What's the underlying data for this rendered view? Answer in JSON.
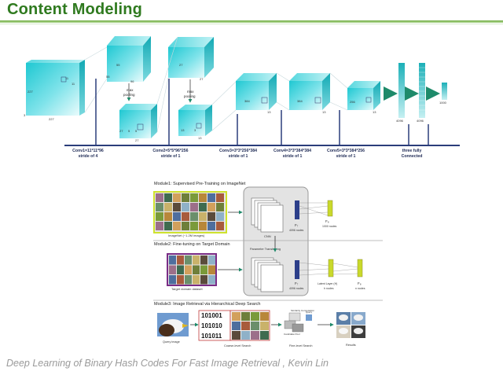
{
  "title": "Content Modeling",
  "footer": "Deep Learning of Binary Hash Codes For Fast Image Retrieval , Kevin Lin",
  "alexnet": {
    "input_dims": {
      "h": "227",
      "w": "227",
      "k1": "11",
      "k2": "11",
      "d": "3"
    },
    "conv1_dims": {
      "a": "55",
      "b": "55",
      "c": "96"
    },
    "pool1_dims": {
      "a": "27",
      "b": "27",
      "c": "5",
      "d": "5"
    },
    "conv2_dims": {
      "a": "27",
      "b": "27"
    },
    "pool2_dims": {
      "a": "13",
      "b": "13",
      "c": "3"
    },
    "conv3_dims": {
      "a": "384",
      "b": "13"
    },
    "conv4_dims": {
      "a": "384",
      "b": "13"
    },
    "conv5_dims": {
      "a": "256",
      "b": "13"
    },
    "pool_label": "max\npooling",
    "fc_labels": [
      "4096",
      "4096",
      "1000"
    ],
    "layer_labels": [
      {
        "line1": "Conv1=11*11*96",
        "line2": "stride of 4"
      },
      {
        "line1": "Conv2=5*5*96*256",
        "line2": "stride of 1"
      },
      {
        "line1": "Conv3=3*3*256*384",
        "line2": "stride of 1"
      },
      {
        "line1": "Conv4=3*3*384*384",
        "line2": "stride of 1"
      },
      {
        "line1": "Conv5=3*3*384*256",
        "line2": "stride of 1"
      },
      {
        "line1": "three fully",
        "line2": "Connected"
      }
    ]
  },
  "pipeline": {
    "module1": "Module1: Supervised Pre-Training on ImageNet",
    "module1_caption": "ImageNet (~1.2M images)",
    "module2": "Module2: Fine-tuning on Target Domain",
    "module2_caption": "Target domain dataset",
    "module3": "Module3: Image Retrieval via Hierarchical Deep Search",
    "cnn": "CNN",
    "f7_a": "F₇",
    "f7_nodes": "4096 nodes",
    "f8": "F₈",
    "f8_nodes": "1000 nodes",
    "param_transfer": "Parameter Transferring",
    "latent_layer": "Latent Layer (H)",
    "latent_nodes": "h nodes",
    "f8b": "F₈",
    "f8b_nodes": "n nodes",
    "codes": [
      "101001",
      "101010",
      "101011"
    ],
    "query_caption": "Query image",
    "coarse_caption": "Coarse-level Search",
    "fine_caption": "Fine-level Search",
    "results_caption": "Results",
    "candidate_pool": "Candidate Pool",
    "similarity": "Similarity Computation",
    "query_small": "Query"
  }
}
